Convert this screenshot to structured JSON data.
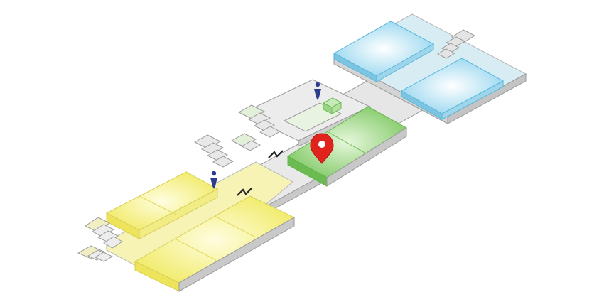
{
  "map": {
    "view": "isometric-floor-plan",
    "zones": [
      {
        "id": "yellow-zone",
        "color": "#f3ee7a"
      },
      {
        "id": "green-zone",
        "color": "#8fd27a"
      },
      {
        "id": "blue-zone",
        "color": "#9fd8ee"
      }
    ],
    "markers": [
      {
        "id": "location-pin",
        "icon": "map-pin-icon",
        "color": "#e0231c"
      },
      {
        "id": "restroom-left",
        "icon": "person-icon",
        "color": "#2b3d8f"
      },
      {
        "id": "restroom-center",
        "icon": "person-icon",
        "color": "#2b3d8f"
      }
    ],
    "connectors": [
      {
        "id": "link-a",
        "icon": "zigzag-icon"
      },
      {
        "id": "link-b",
        "icon": "zigzag-icon"
      }
    ]
  }
}
